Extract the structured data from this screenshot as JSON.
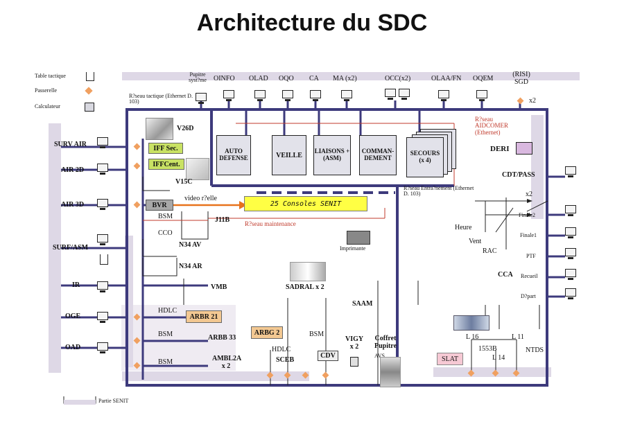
{
  "title": "Architecture du SDC",
  "legend": {
    "table_tactique": "Table tactique",
    "passerelle": "Passerelle",
    "calculateur": "Calculateur",
    "partie_senit": "Partie SENIT"
  },
  "top_consoles": {
    "pupitre": "Pupitre syst?me",
    "oinfo": "OINFO",
    "olad": "OLAD",
    "oqo": "OQO",
    "ca": "CA",
    "ma": "MA (x2)",
    "occ": "OCC(x2)",
    "olaa": "OLAA/FN",
    "oqem": "OQEM",
    "risi": "(RISI) SGD",
    "x2": "x2"
  },
  "networks": {
    "tactique": "R?seau tactique (Ethernet D. 103)",
    "aidcomer": "R?seau AIDCOMER (Ethernet)",
    "entrainement": "R?seau Entra?nement (Ethernet D. 103)",
    "maintenance": "R?seau maintenance",
    "video": "video r?elle"
  },
  "calculators": {
    "auto_defense": "AUTO DEFENSE",
    "veille": "VEILLE",
    "liaisons": "LIAISONS + (ASM)",
    "commandement": "COMMAN- DEMENT",
    "secours": "SECOURS (x 4)",
    "consoles": "25 Consoles SENIT",
    "deri": "DERI"
  },
  "left_sensors": {
    "surv_air": "SURV AIR",
    "air_2d": "AIR 2D",
    "air_3d": "AIR 3D",
    "surf_asm": "SURF/ASM",
    "ir": "IR",
    "oge": "OGE",
    "oad": "OAD"
  },
  "inner_left": {
    "v26d": "V26D",
    "iff_sec": "IFF Sec.",
    "iff_cent": "IFFCent.",
    "v15c": "V15C",
    "bvr": "BVR",
    "bsm1": "BSM",
    "cco": "CCO",
    "j11b": "J11B",
    "n34av": "N34 AV",
    "n34ar": "N34 AR",
    "vmb": "VMB",
    "hdlc1": "HDLC",
    "arbr21": "ARBR 21",
    "bsm2": "BSM",
    "arbb33": "ARBB 33",
    "bsm3": "BSM",
    "ambl2a": "AMBL2A x 2"
  },
  "bottom": {
    "arbg2": "ARBG 2",
    "hdlc2": "HDLC",
    "sceb": "SCEB",
    "bsm4": "BSM",
    "sadral": "SADRAL x 2",
    "cdv": "CDV",
    "vigy": "VIGY x 2",
    "coffret": "Coffret Pupitre",
    "avs": "AVS",
    "saam": "SAAM",
    "imprimante": "Imprimante",
    "slat": "SLAT",
    "l16": "L 16",
    "l11": "L 11",
    "l14": "L 14",
    "b1553": "1553B",
    "ntds": "NTDS"
  },
  "right": {
    "cdt_pass": "CDT/PASS",
    "x2": "x2",
    "finale2": "Finale2",
    "finale1": "Finale1",
    "ptf": "PTF",
    "recueil": "Recueil",
    "depart": "D?part",
    "heure": "Heure",
    "vent": "Vent",
    "rac": "RAC",
    "cca": "CCA"
  },
  "colors": {
    "bus": "#3d3a7c",
    "lightbus": "#ded8e6",
    "red": "#c0392b",
    "iff": "#c9e264",
    "consoles": "#ffff44",
    "bvr": "#a8a8a8",
    "arbr": "#f3c892",
    "deri": "#d9b8df",
    "slat": "#f6c9d4",
    "passerelle": "#f0a060"
  }
}
